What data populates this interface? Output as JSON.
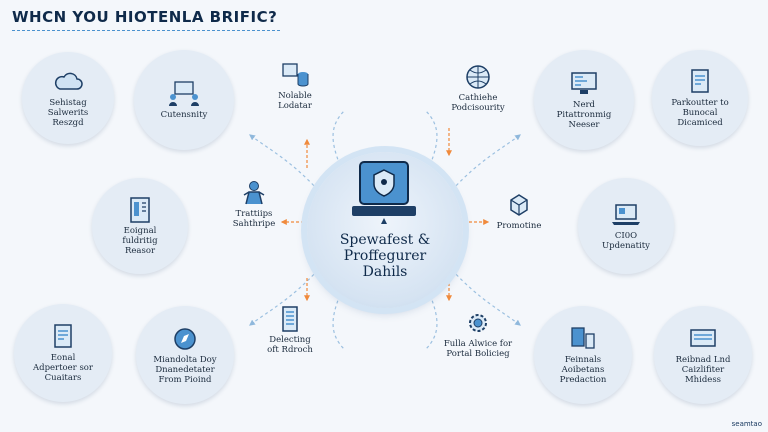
{
  "title": "WHCN YOU HIOTENLA BRIFIC?",
  "hub": {
    "label": "Spewafest &\nProffegurer\nDahils"
  },
  "nodes": {
    "top_1": {
      "label": "Sehistag\nSalwerits\nReszgd",
      "icon": "cloud-icon"
    },
    "top_2": {
      "label": "Cutensnity",
      "icon": "presentation-team-icon"
    },
    "top_3": {
      "label": "Nolable\nLodatar",
      "icon": "database-icon"
    },
    "top_4": {
      "label": "Cathiehe\nPodcisourity",
      "icon": "globe-icon"
    },
    "top_5": {
      "label": "Nerd\nPitattronmig\nNeeser",
      "icon": "monitor-icon"
    },
    "top_6": {
      "label": "Parkoutter to\nBunocal\nDicamiced",
      "icon": "document-icon"
    },
    "mid_l1": {
      "label": "Eoignal\nfuldritig\nReasor",
      "icon": "server-icon"
    },
    "mid_l2": {
      "label": "Trattiips\nSahthripe",
      "icon": "person-icon"
    },
    "mid_r1": {
      "label": "Promotine",
      "icon": "box-icon"
    },
    "mid_r2": {
      "label": "CI0O\nUpdenatity",
      "icon": "laptop-icon"
    },
    "bot_1": {
      "label": "Eonal\nAdpertoer sor\nCuaitars",
      "icon": "document-icon"
    },
    "bot_2": {
      "label": "Miandolta Doy\nDnanedetater\nFrom Pioind",
      "icon": "compass-icon"
    },
    "bot_3": {
      "label": "Delecting\noft Rdroch",
      "icon": "checklist-icon"
    },
    "bot_4": {
      "label": "Fulla Alwice for\nPortal Bolicieg",
      "icon": "gear-icon"
    },
    "bot_5": {
      "label": "Feinnals\nAoibetans\nPredaction",
      "icon": "devices-icon"
    },
    "bot_6": {
      "label": "Reibnad Lnd\nCaizlifiter\nMhidess",
      "icon": "tablet-icon"
    }
  },
  "brand": "seamtao",
  "colors": {
    "accent": "#4b92cf",
    "dark": "#0f2a4a",
    "arrow": "#f08a3c",
    "node_bg": "#e4ecf5"
  }
}
